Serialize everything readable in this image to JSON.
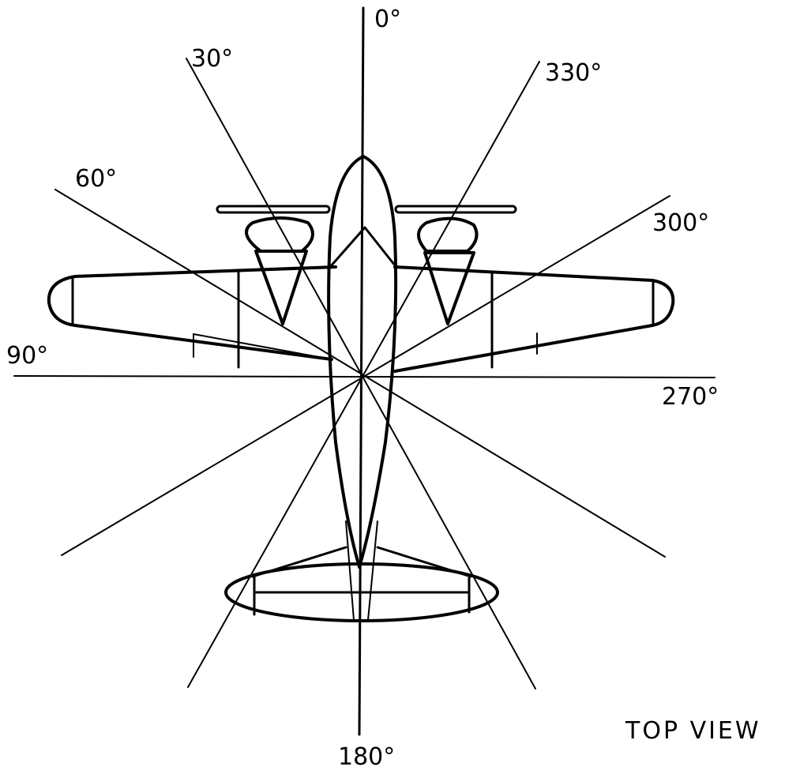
{
  "angles": {
    "a0": "0°",
    "a30": "30°",
    "a60": "60°",
    "a90": "90°",
    "a180": "180°",
    "a270": "270°",
    "a300": "300°",
    "a330": "330°"
  },
  "caption": "TOP VIEW"
}
